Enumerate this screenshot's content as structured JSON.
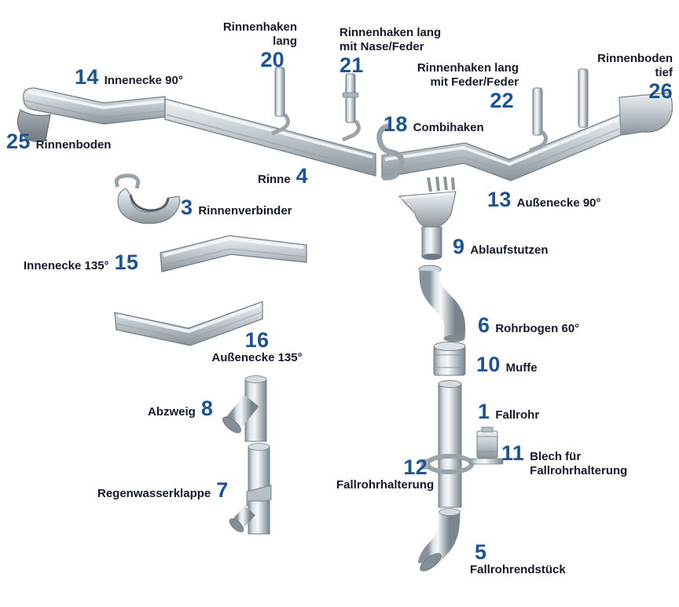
{
  "diagram": {
    "type": "exploded-parts-diagram",
    "subject": "Dachrinnen-/Fallrohr-System",
    "colors": {
      "background": "#ffffff",
      "number": "#1c5394",
      "label": "#131a2c",
      "metal_light": "#f4f6f7",
      "metal_mid": "#c3cbd0",
      "metal_dark": "#79848c"
    },
    "items": [
      {
        "number": "14",
        "label": "Innenecke 90°"
      },
      {
        "number": "20",
        "label": "Rinnenhaken\nlang"
      },
      {
        "number": "21",
        "label": "Rinnenhaken lang\nmit Nase/Feder"
      },
      {
        "number": "22",
        "label": "Rinnenhaken lang\nmit Feder/Feder"
      },
      {
        "number": "26",
        "label": "Rinnenboden\ntief"
      },
      {
        "number": "25",
        "label": "Rinnenboden"
      },
      {
        "number": "18",
        "label": "Combihaken"
      },
      {
        "number": "4",
        "label": "Rinne"
      },
      {
        "number": "13",
        "label": "Außenecke 90°"
      },
      {
        "number": "3",
        "label": "Rinnenverbinder"
      },
      {
        "number": "9",
        "label": "Ablaufstutzen"
      },
      {
        "number": "15",
        "label": "Innenecke 135°"
      },
      {
        "number": "6",
        "label": "Rohrbogen 60°"
      },
      {
        "number": "16",
        "label": "Außenecke 135°"
      },
      {
        "number": "10",
        "label": "Muffe"
      },
      {
        "number": "8",
        "label": "Abzweig"
      },
      {
        "number": "1",
        "label": "Fallrohr"
      },
      {
        "number": "11",
        "label": "Blech für\nFallrohrhalterung"
      },
      {
        "number": "12",
        "label": "Fallrohrhalterung"
      },
      {
        "number": "7",
        "label": "Regenwasserklappe"
      },
      {
        "number": "5",
        "label": "Fallrohrendstück"
      }
    ]
  }
}
